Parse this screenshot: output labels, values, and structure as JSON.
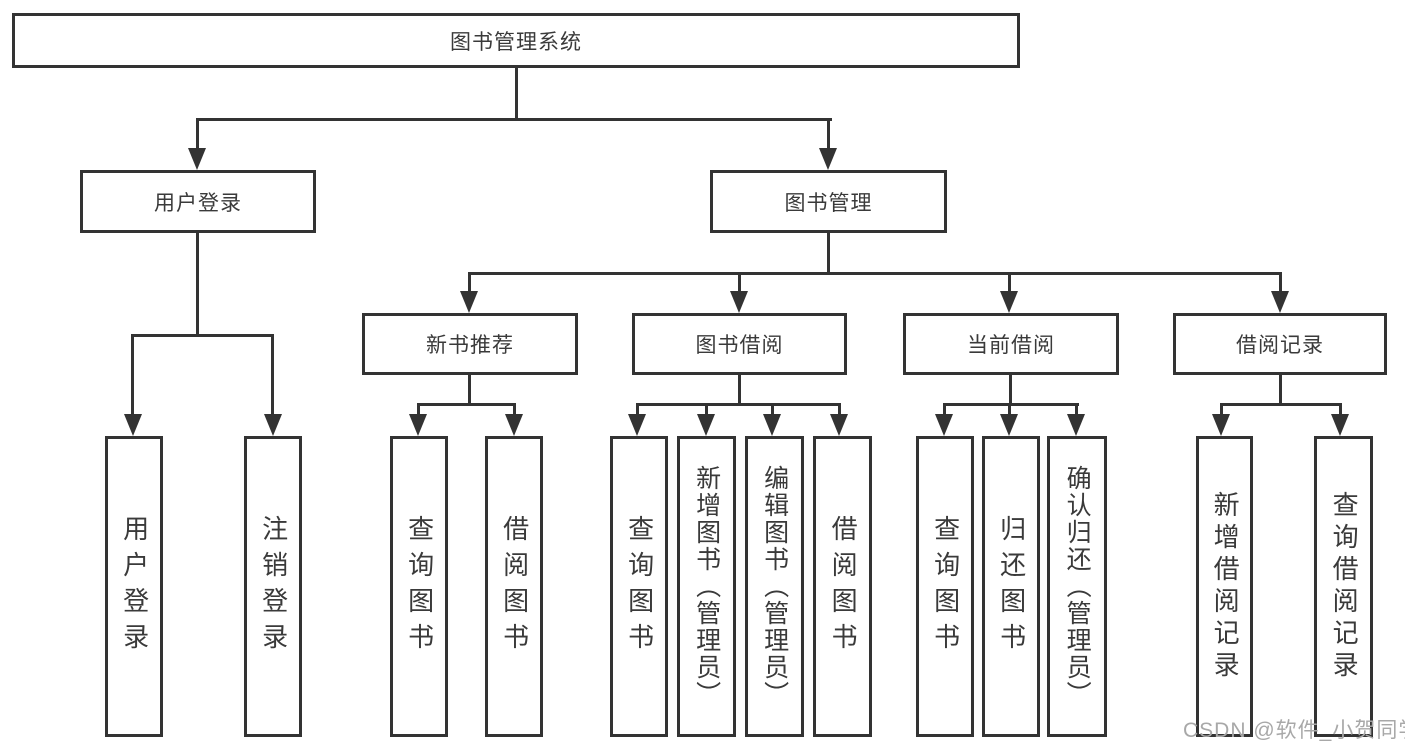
{
  "nodes": {
    "root": "图书管理系统",
    "level2": [
      "用户登录",
      "图书管理"
    ],
    "level3": [
      "新书推荐",
      "图书借阅",
      "当前借阅",
      "借阅记录"
    ],
    "leaves_login": [
      "用户登录",
      "注销登录"
    ],
    "leaves_recommend": [
      "查询图书",
      "借阅图书"
    ],
    "leaves_borrow": [
      "查询图书",
      "新增图书（管理员）",
      "编辑图书（管理员）",
      "借阅图书"
    ],
    "leaves_current": [
      "查询图书",
      "归还图书",
      "确认归还（管理员）"
    ],
    "leaves_record": [
      "新增借阅记录",
      "查询借阅记录"
    ]
  },
  "watermark": "CSDN @软件_小贺同学",
  "colors": {
    "line": "#333333",
    "text": "#3a3a3a",
    "background": "#ffffff",
    "watermark": "#a8a8a8"
  }
}
